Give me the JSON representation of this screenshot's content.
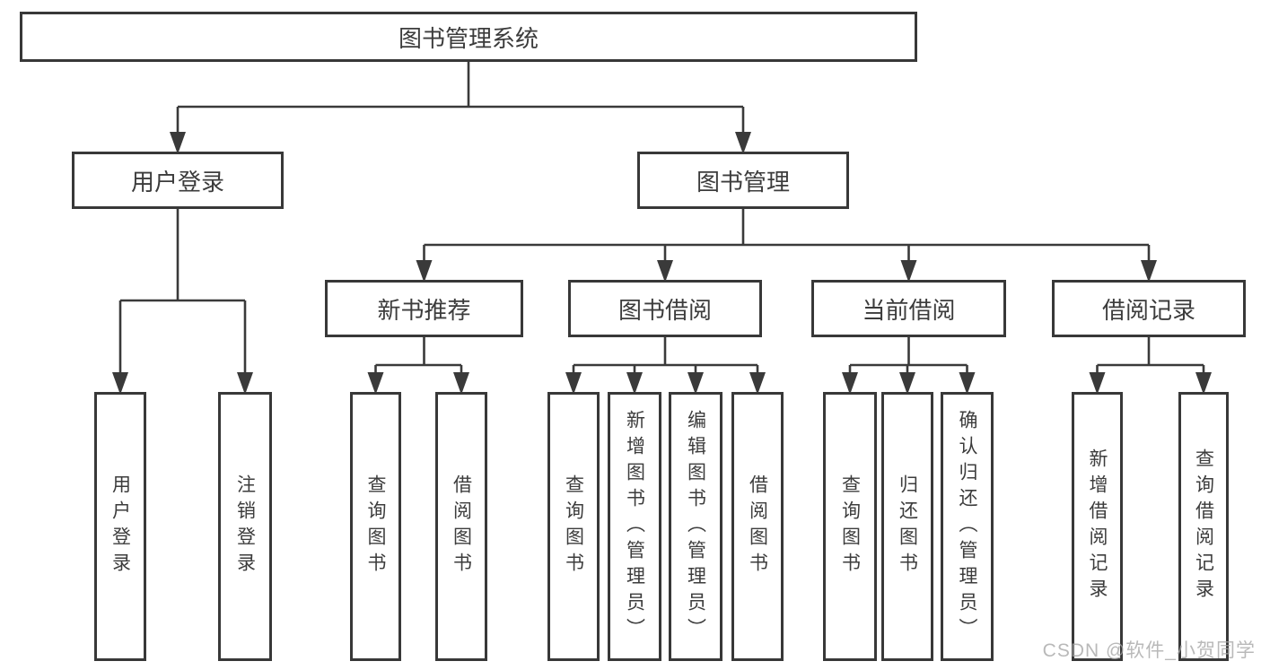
{
  "diagram": {
    "title": "图书管理系统",
    "nodes": [
      {
        "id": "root",
        "label": "图书管理系统",
        "parent": null,
        "text_direction": "horizontal"
      },
      {
        "id": "user-login",
        "label": "用户登录",
        "parent": "root",
        "text_direction": "horizontal"
      },
      {
        "id": "book-mgmt",
        "label": "图书管理",
        "parent": "root",
        "text_direction": "horizontal"
      },
      {
        "id": "new-book-rec",
        "label": "新书推荐",
        "parent": "book-mgmt",
        "text_direction": "horizontal"
      },
      {
        "id": "book-borrow",
        "label": "图书借阅",
        "parent": "book-mgmt",
        "text_direction": "horizontal"
      },
      {
        "id": "current-borrow",
        "label": "当前借阅",
        "parent": "book-mgmt",
        "text_direction": "horizontal"
      },
      {
        "id": "borrow-records",
        "label": "借阅记录",
        "parent": "book-mgmt",
        "text_direction": "horizontal"
      },
      {
        "id": "leaf-user-login",
        "label": "用户登录",
        "parent": "user-login",
        "text_direction": "vertical"
      },
      {
        "id": "leaf-logout",
        "label": "注销登录",
        "parent": "user-login",
        "text_direction": "vertical"
      },
      {
        "id": "leaf-query-book-1",
        "label": "查询图书",
        "parent": "new-book-rec",
        "text_direction": "vertical"
      },
      {
        "id": "leaf-borrow-book-1",
        "label": "借阅图书",
        "parent": "new-book-rec",
        "text_direction": "vertical"
      },
      {
        "id": "leaf-query-book-2",
        "label": "查询图书",
        "parent": "book-borrow",
        "text_direction": "vertical"
      },
      {
        "id": "leaf-add-book",
        "label": "新增图书（管理员）",
        "parent": "book-borrow",
        "text_direction": "vertical"
      },
      {
        "id": "leaf-edit-book",
        "label": "编辑图书（管理员）",
        "parent": "book-borrow",
        "text_direction": "vertical"
      },
      {
        "id": "leaf-borrow-book-2",
        "label": "借阅图书",
        "parent": "book-borrow",
        "text_direction": "vertical"
      },
      {
        "id": "leaf-query-book-3",
        "label": "查询图书",
        "parent": "current-borrow",
        "text_direction": "vertical"
      },
      {
        "id": "leaf-return-book",
        "label": "归还图书",
        "parent": "current-borrow",
        "text_direction": "vertical"
      },
      {
        "id": "leaf-confirm-return",
        "label": "确认归还（管理员）",
        "parent": "current-borrow",
        "text_direction": "vertical"
      },
      {
        "id": "leaf-add-borrow-record",
        "label": "新增借阅记录",
        "parent": "borrow-records",
        "text_direction": "vertical"
      },
      {
        "id": "leaf-query-borrow-record",
        "label": "查询借阅记录",
        "parent": "borrow-records",
        "text_direction": "vertical"
      }
    ]
  },
  "watermark": "CSDN @软件_小贺同学",
  "colors": {
    "background": "#ffffff",
    "line": "#3a3a3a",
    "box_border": "#383838",
    "text": "#3c3c3c",
    "watermark": "#a6a6a6"
  }
}
